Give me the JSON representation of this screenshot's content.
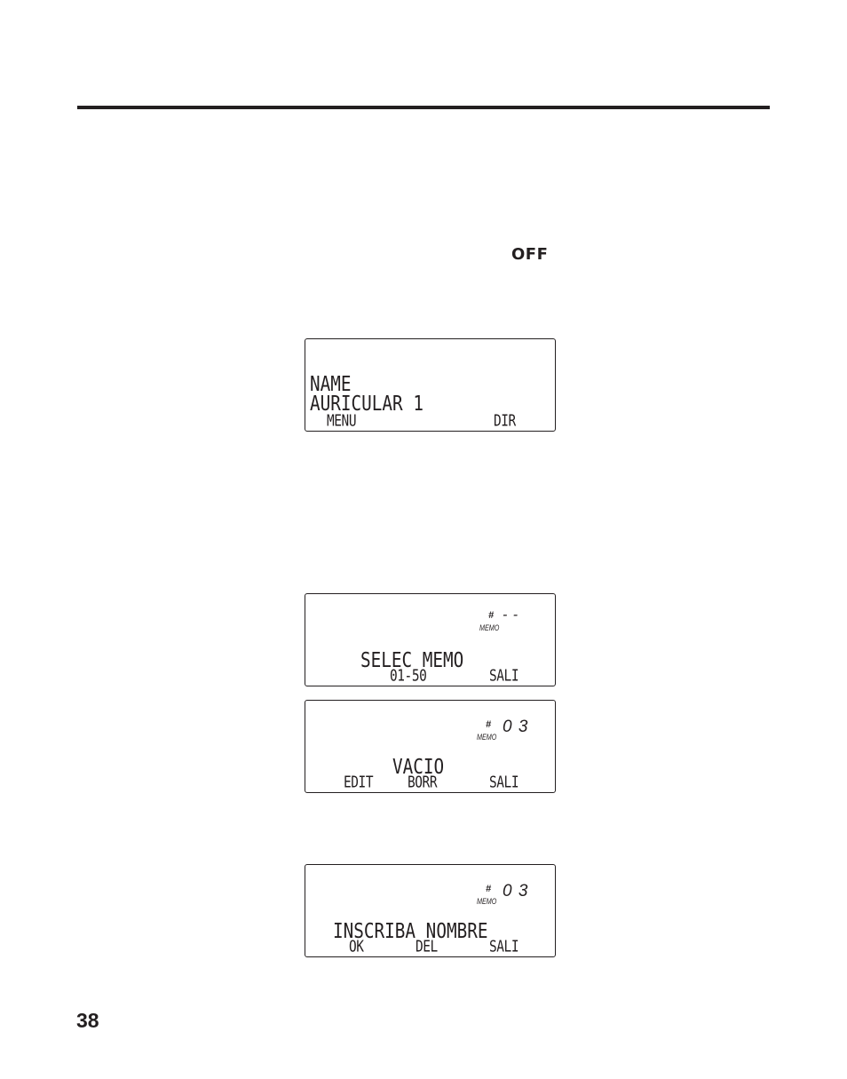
{
  "page": {
    "key_label": "OFF",
    "page_number": "38"
  },
  "displays": [
    {
      "line1": "NAME",
      "line2": "AURICULAR 1",
      "softkey_left": "MENU",
      "softkey_right": "DIR"
    },
    {
      "memo_label": "MEMO",
      "memo_symbol": "#",
      "memo_value": "-  -",
      "main": "SELEC MEMO",
      "softkey_left": "01-50",
      "softkey_right": "SALI"
    },
    {
      "memo_label": "MEMO",
      "memo_symbol": "#",
      "memo_value": "0 3",
      "main": "VACIO",
      "softkey_left": "EDIT",
      "softkey_middle": "BORR",
      "softkey_right": "SALI"
    },
    {
      "memo_label": "MEMO",
      "memo_symbol": "#",
      "memo_value": "0 3",
      "main": "INSCRIBA NOMBRE",
      "softkey_left": "OK",
      "softkey_middle": "DEL",
      "softkey_right": "SALI"
    }
  ]
}
